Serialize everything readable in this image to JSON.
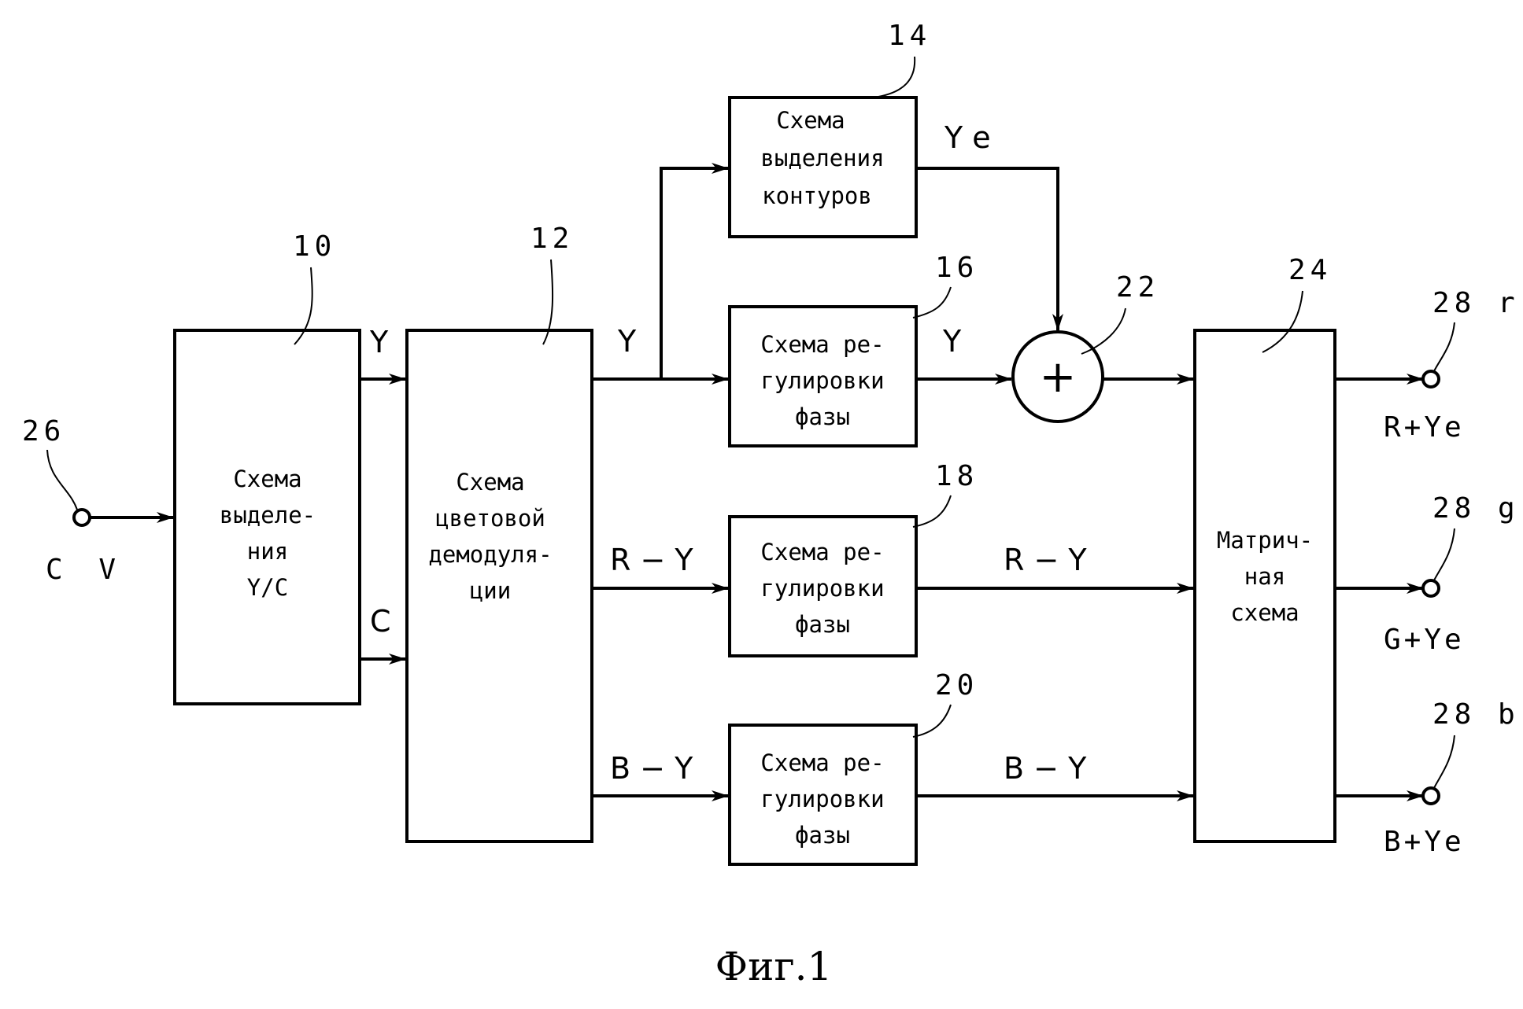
{
  "blocks": {
    "ycsep": {
      "ref": "10",
      "lines": [
        "Схема",
        "выделе-",
        "ния",
        "Y/C"
      ]
    },
    "demod": {
      "ref": "12",
      "lines": [
        "Схема",
        "цветовой",
        "демодуля-",
        "ции"
      ]
    },
    "contour": {
      "ref": "14",
      "lines": [
        "Схема",
        "выделения",
        "контуров"
      ]
    },
    "phase_y": {
      "ref": "16",
      "lines": [
        "Схема ре-",
        "гулировки",
        "фазы"
      ]
    },
    "phase_ry": {
      "ref": "18",
      "lines": [
        "Схема ре-",
        "гулировки",
        "фазы"
      ]
    },
    "phase_by": {
      "ref": "20",
      "lines": [
        "Схема ре-",
        "гулировки",
        "фазы"
      ]
    },
    "adder": {
      "ref": "22",
      "symbol": "+"
    },
    "matrix": {
      "ref": "24",
      "lines": [
        "Матрич-",
        "ная",
        "схема"
      ]
    }
  },
  "input": {
    "ref": "26",
    "label": "C V"
  },
  "outputs": [
    {
      "ref": "28 r",
      "label": "R+Ye"
    },
    {
      "ref": "28 g",
      "label": "G+Ye"
    },
    {
      "ref": "28 b",
      "label": "B+Ye"
    }
  ],
  "signals": {
    "y_out_sep": "Y",
    "c_out_sep": "C",
    "y_out_demod": "Y",
    "ye": "Y e",
    "y_phase": "Y",
    "ry_in": "R − Y",
    "ry_out": "R − Y",
    "by_in": "B − Y",
    "by_out": "B − Y"
  },
  "caption": "Фиг.1"
}
